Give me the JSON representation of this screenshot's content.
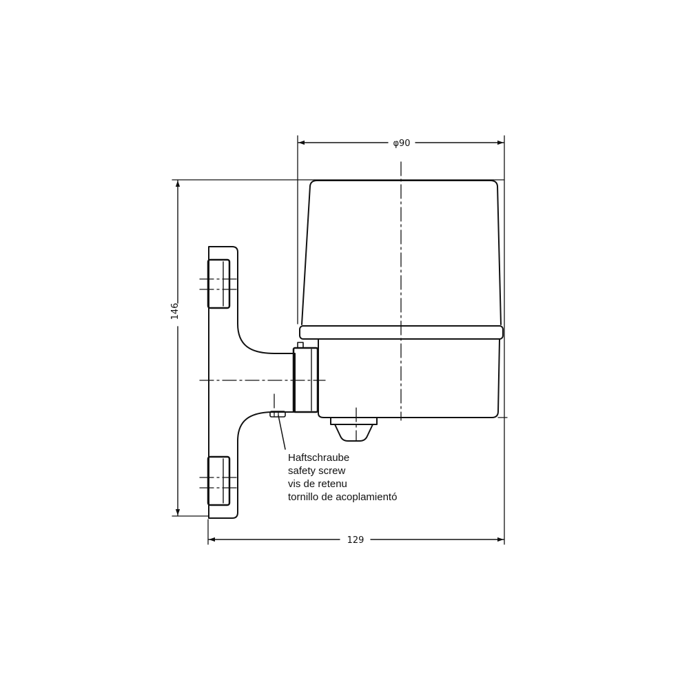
{
  "dimensions": {
    "diameter": "φ90",
    "height": "146",
    "width": "129"
  },
  "callout": {
    "lines": [
      "Haftschraube",
      "safety screw",
      "vis de retenu",
      "tornillo de acoplamientó"
    ]
  },
  "colors": {
    "ink": "#111111",
    "background": "#ffffff"
  }
}
